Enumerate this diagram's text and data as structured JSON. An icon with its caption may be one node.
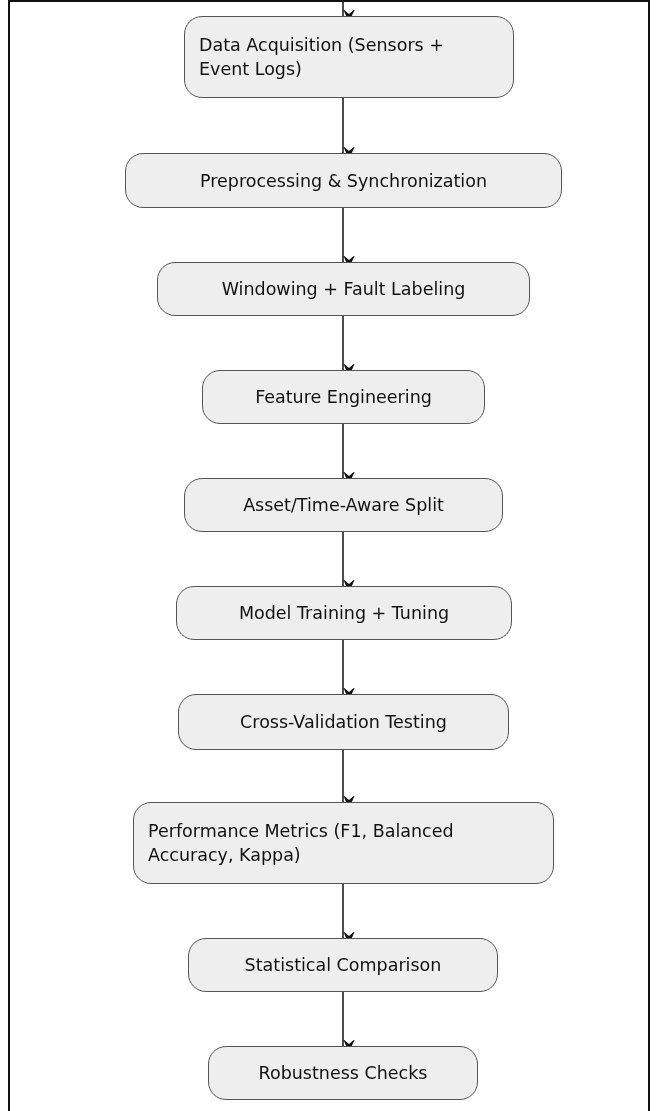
{
  "diagram": {
    "nodes": [
      {
        "text": [
          "Data Acquisition (Sensors + Event Logs)"
        ]
      },
      {
        "text": [
          "Preprocessing & Synchronization"
        ]
      },
      {
        "text": [
          "Windowing + Fault Labeling"
        ]
      },
      {
        "text": [
          "Feature Engineering"
        ]
      },
      {
        "text": [
          "Asset/Time-Aware Split"
        ]
      },
      {
        "text": [
          "Model Training + Tuning"
        ]
      },
      {
        "text": [
          "Cross-Validation Testing"
        ]
      },
      {
        "text": [
          "Performance Metrics (F1, Balanced Accuracy, Kappa)"
        ]
      },
      {
        "text": [
          "Statistical Comparison"
        ]
      },
      {
        "text": [
          "Robustness Checks"
        ]
      }
    ],
    "edges": [
      {
        "from": null,
        "to": 0,
        "arrow": "to"
      },
      {
        "from": 0,
        "to": 1,
        "arrow": "to"
      },
      {
        "from": 1,
        "to": 2,
        "arrow": "to"
      },
      {
        "from": 2,
        "to": 3,
        "arrow": "to"
      },
      {
        "from": 3,
        "to": 4,
        "arrow": "to"
      },
      {
        "from": 4,
        "to": 5,
        "arrow": "to"
      },
      {
        "from": 5,
        "to": 6,
        "arrow": "to"
      },
      {
        "from": 6,
        "to": 7,
        "arrow": "to"
      },
      {
        "from": 7,
        "to": 8,
        "arrow": "to"
      },
      {
        "from": 8,
        "to": 9,
        "arrow": "to"
      }
    ]
  }
}
